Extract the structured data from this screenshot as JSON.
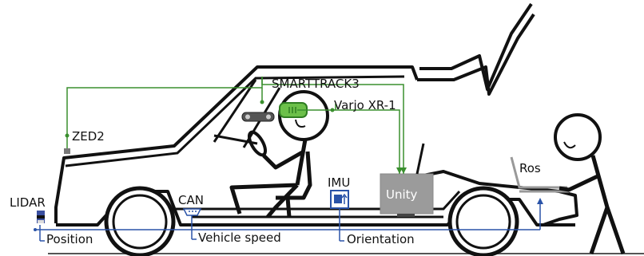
{
  "labels": {
    "smarttrack": "SMARTTRACK3",
    "varjo": "Varjo XR-1",
    "zed2": "ZED2",
    "lidar": "LIDAR",
    "can": "CAN",
    "imu": "IMU",
    "unity": "Unity",
    "ros": "Ros",
    "position": "Position",
    "vehicle_speed": "Vehicle speed",
    "orientation": "Orientation"
  },
  "colors": {
    "green": "#3a8f2e",
    "blue": "#2a53a8",
    "unity_box": "#9b9b9b",
    "ink": "#111111"
  }
}
